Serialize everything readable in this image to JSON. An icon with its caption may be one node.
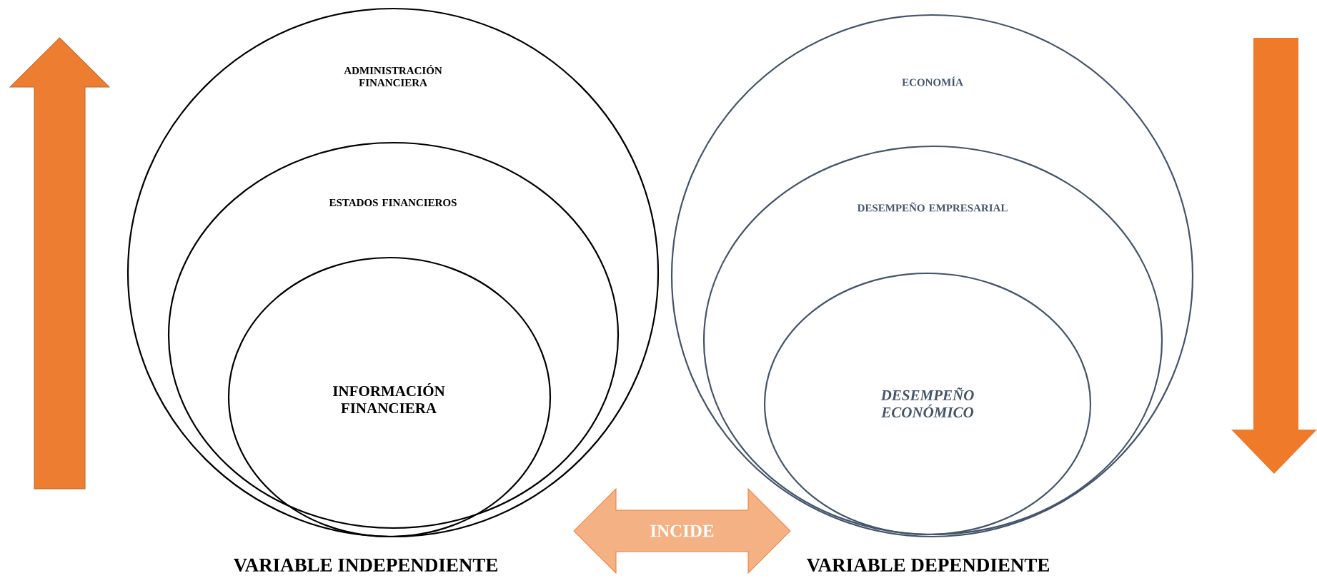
{
  "diagram": {
    "nodes": [
      {
        "text": [
          "ADMINISTRACIÓN FINANCIERA"
        ]
      },
      {
        "text": [
          "ESTADOS FINANCIEROS"
        ],
        "in": 0
      },
      {
        "text": [
          "INFORMACIÓN FINANCIERA"
        ],
        "in": 1
      },
      {
        "text": [
          "ECONOMÍA"
        ]
      },
      {
        "text": [
          "DESEMPEÑO EMPRESARIAL"
        ],
        "in": 3
      },
      {
        "text": [
          "DESEMPEÑO ECONÓMICO"
        ],
        "in": 4
      }
    ],
    "edges": [
      {
        "from": 2,
        "to": 5,
        "arrow": "both",
        "label": "INCIDE"
      }
    ],
    "labels": [
      "VARIABLE INDEPENDIENTE",
      "VARIABLE DEPENDIENTE"
    ]
  }
}
